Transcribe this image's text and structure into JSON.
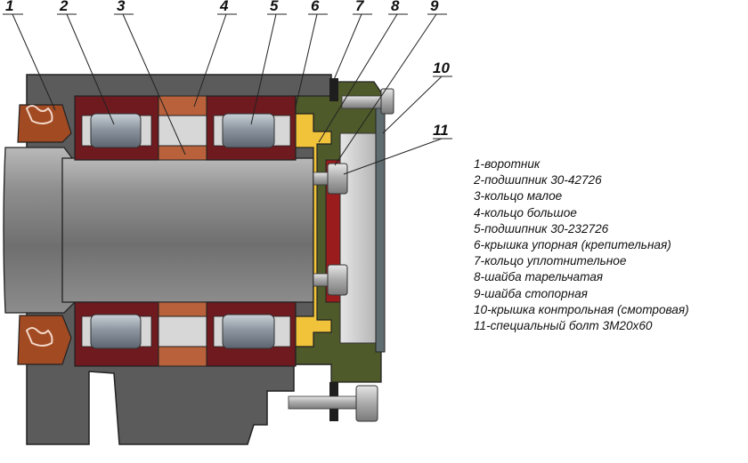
{
  "callouts": [
    "1",
    "2",
    "3",
    "4",
    "5",
    "6",
    "7",
    "8",
    "9",
    "10",
    "11"
  ],
  "legend": [
    "1-воротник",
    "2-подшипник 30-42726",
    "3-кольцо малое",
    "4-кольцо большое",
    "5-подшипник 30-232726",
    "6-крышка упорная (крепительная)",
    "7-кольцо уплотнительное",
    "8-шайба тарельчатая",
    "9-шайба стопорная",
    "10-крышка контрольная (смотровая)",
    "11-специальный болт 3М20х60"
  ],
  "colors": {
    "housing": "#5b5b5b",
    "bearing_ring": "#6e1a1f",
    "roller": "#9aa4ad",
    "spacer_ring": "#b8613a",
    "end_cap": "#4f5a2a",
    "dish_washer": "#f0c33a",
    "lock_washer": "#9a1c1c",
    "cover": "#c8c8c8",
    "axle": "#8a8a8a"
  }
}
